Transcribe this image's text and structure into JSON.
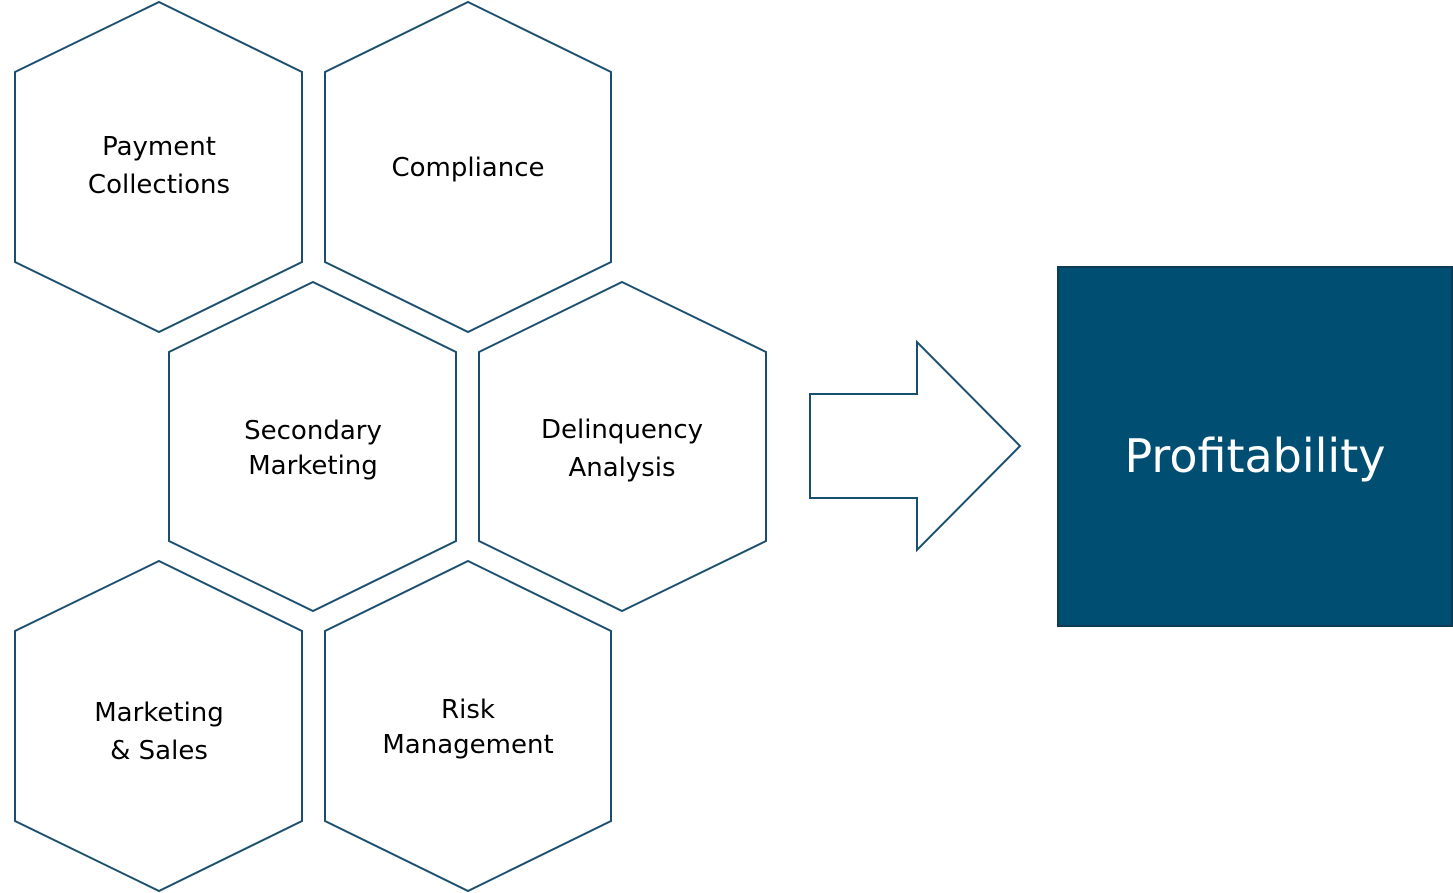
{
  "hexagons": [
    {
      "id": "payment-collections",
      "lines": [
        "Payment",
        "Collections"
      ]
    },
    {
      "id": "compliance",
      "lines": [
        "Compliance"
      ]
    },
    {
      "id": "secondary-marketing",
      "lines": [
        "Secondary",
        "Marketing"
      ]
    },
    {
      "id": "delinquency-analysis",
      "lines": [
        "Delinquency",
        "Analysis"
      ]
    },
    {
      "id": "marketing-sales",
      "lines": [
        "Marketing",
        "& Sales"
      ]
    },
    {
      "id": "risk-management",
      "lines": [
        "Risk",
        "Management"
      ]
    }
  ],
  "result": {
    "label": "Profitability"
  },
  "colors": {
    "outline": "#1a4e6e",
    "result_fill": "#004e72",
    "result_text": "#ffffff",
    "label_text": "#000000"
  }
}
